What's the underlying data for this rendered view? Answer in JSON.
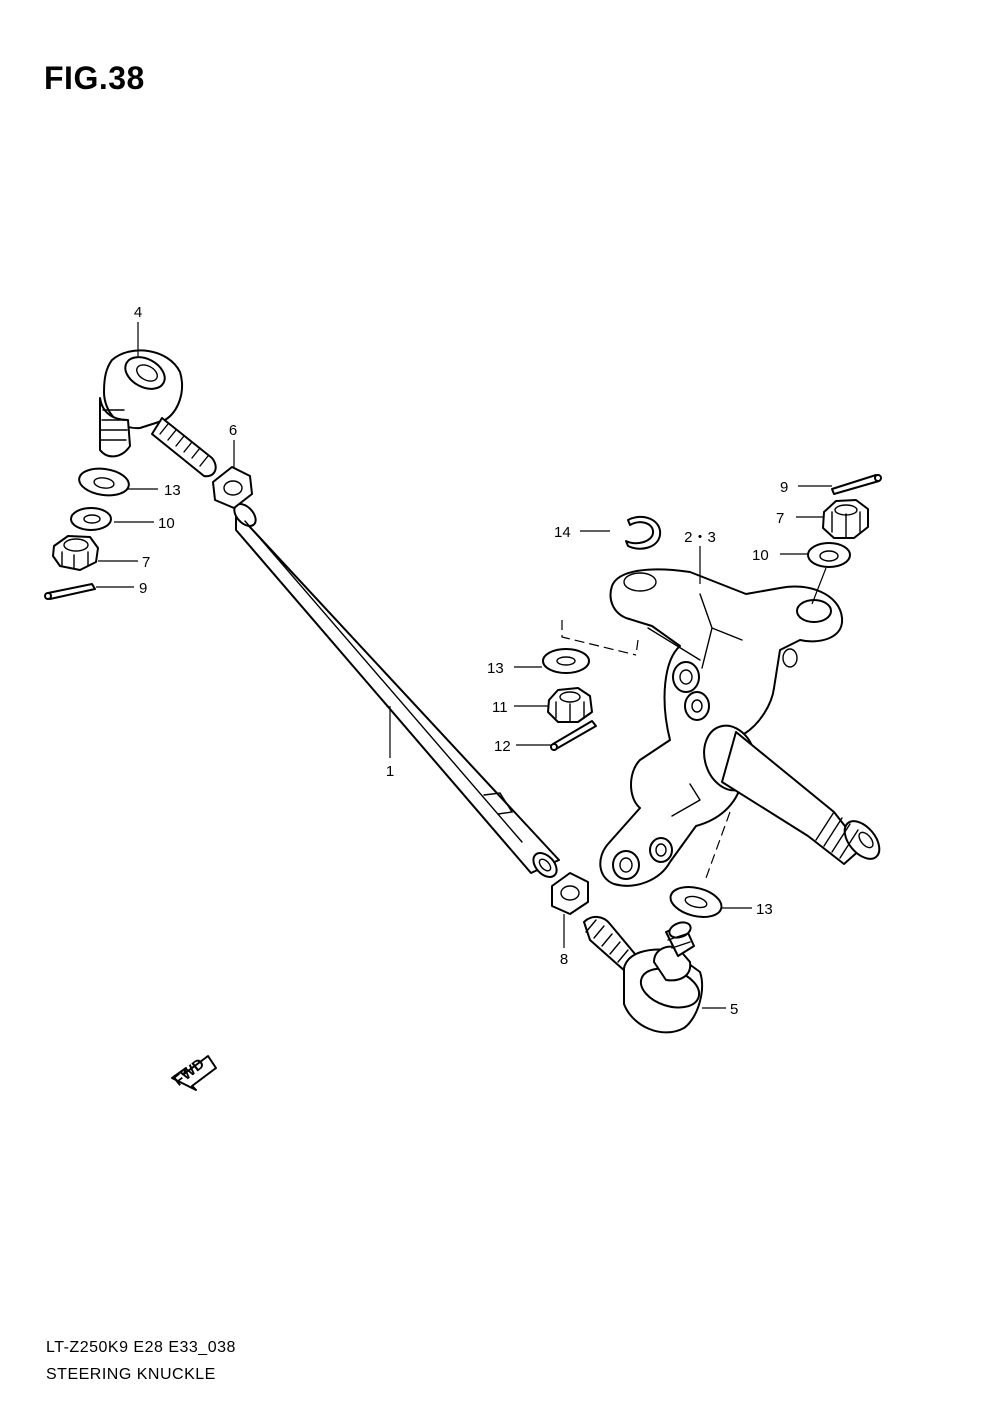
{
  "figure": {
    "title": "FIG.38"
  },
  "callouts": {
    "c1": "1",
    "c23": "2・3",
    "c4": "4",
    "c5": "5",
    "c6": "6",
    "c7_left": "7",
    "c7_right": "7",
    "c8": "8",
    "c9_left": "9",
    "c9_right": "9",
    "c10_left": "10",
    "c10_right": "10",
    "c11": "11",
    "c12": "12",
    "c13_left": "13",
    "c13_mid": "13",
    "c13_lower": "13",
    "c14": "14"
  },
  "direction_arrow": {
    "label": "FWD"
  },
  "footer": {
    "model_code": "LT-Z250K9 E28 E33_038",
    "section_name": "STEERING KNUCKLE"
  }
}
